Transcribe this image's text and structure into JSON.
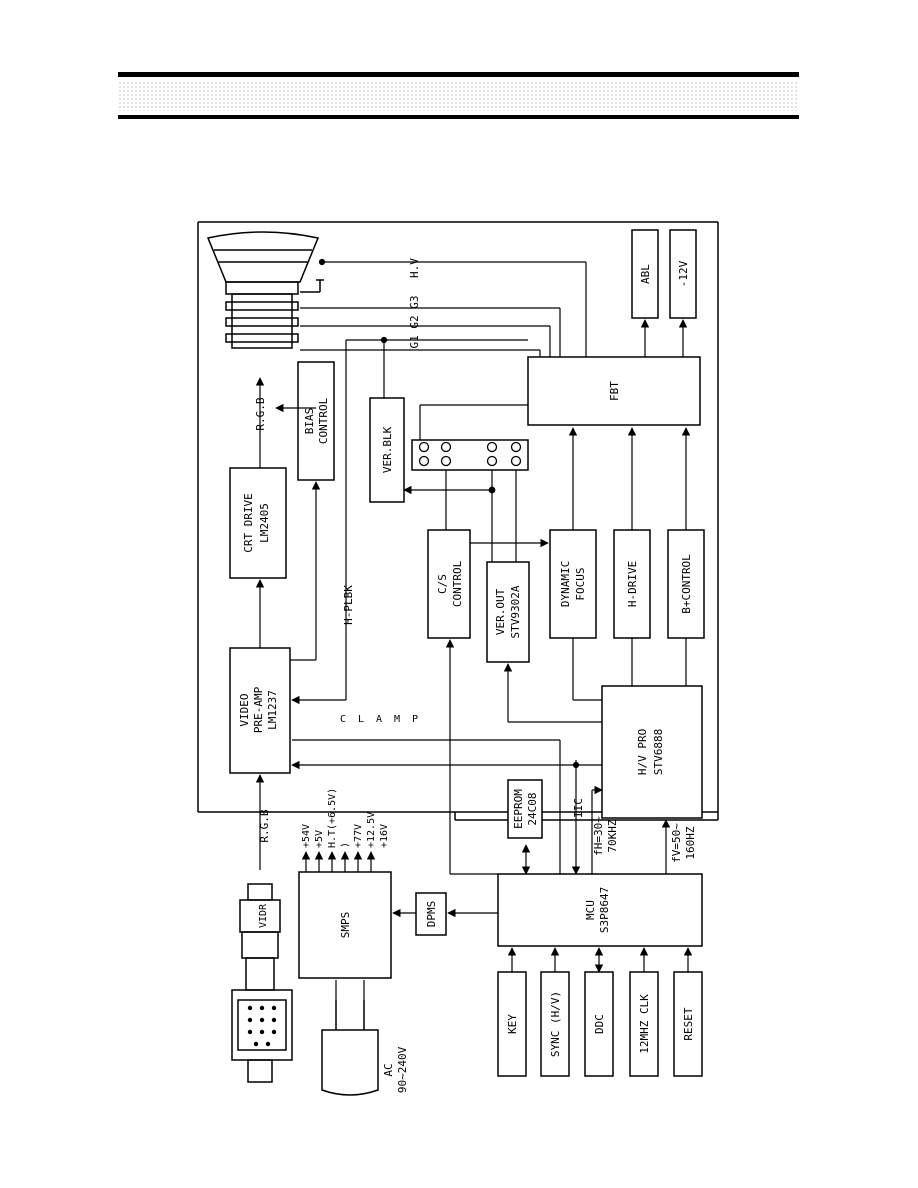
{
  "blocks": {
    "crt_drive": [
      "CRT DRIVE",
      "LM2405"
    ],
    "bias_control": [
      "BIAS",
      "CONTROL"
    ],
    "video_preamp": [
      "VIDEO",
      "PRE-AMP",
      "LM1237"
    ],
    "ver_blk": "VER.BLK",
    "cs_control": [
      "C/S",
      "CONTROL"
    ],
    "ver_out": [
      "VER.OUT",
      "STV9302A"
    ],
    "dynamic_focus": [
      "DYNAMIC",
      "FOCUS"
    ],
    "h_drive": "H-DRIVE",
    "b_control": "B+CONTROL",
    "fbt": "FBT",
    "abl": "ABL",
    "minus_12v": "-12V",
    "hv_pro": [
      "H/V PRO",
      "STV6888"
    ],
    "eeprom": [
      "EEPROM",
      "24C08"
    ],
    "mcu": [
      "MCU",
      "S3P8647"
    ],
    "dpms": "DPMS",
    "smps": "SMPS",
    "key": "KEY",
    "sync": "SYNC (H/V)",
    "ddc": "DDC",
    "clk": "12MHZ CLK",
    "reset": "RESET",
    "ac": [
      "AC",
      "90~240V"
    ],
    "vga_cable_label": "VIDR"
  },
  "labels": {
    "rgb_top": "R.G.B",
    "rgb_bottom": "R.G.B",
    "h_plbk": "H-PLBK",
    "clamp": [
      "C",
      "L",
      "A",
      "M",
      "P"
    ],
    "g1g2g3": "G1 G2 G3",
    "hv": "H.V",
    "iic": "IIC",
    "fh": [
      "fH=30~",
      "70KHZ"
    ],
    "fv": [
      "fV=50~",
      "160HZ"
    ]
  },
  "smps_outputs": [
    "+54V",
    "+5V",
    "H.T(+6.5V)",
    ")",
    "+77V",
    "+12.5V",
    "+16V"
  ]
}
